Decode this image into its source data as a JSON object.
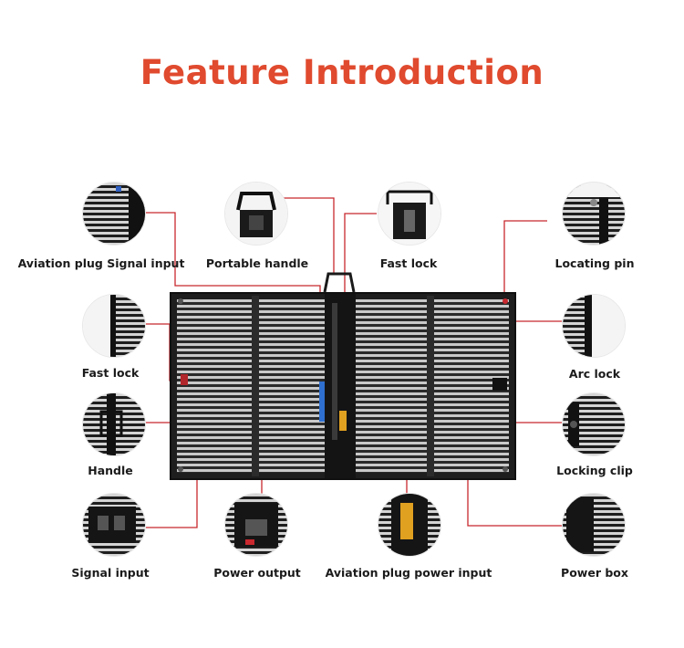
{
  "title": "Feature Introduction",
  "labels": {
    "aviation_signal": "Aviation plug Signal input",
    "portable_handle": "Portable handle",
    "fast_lock_top": "Fast lock",
    "locating_pin": "Locating pin",
    "fast_lock_left": "Fast lock",
    "arc_lock": "Arc lock",
    "handle": "Handle",
    "locking_clip": "Locking clip",
    "signal_input": "Signal input",
    "power_output": "Power output",
    "aviation_power": "Aviation plug power input",
    "power_box": "Power box"
  },
  "colors": {
    "title": "#e04a2e",
    "leader": "#c8282e",
    "panel": "#1e1e1e"
  }
}
